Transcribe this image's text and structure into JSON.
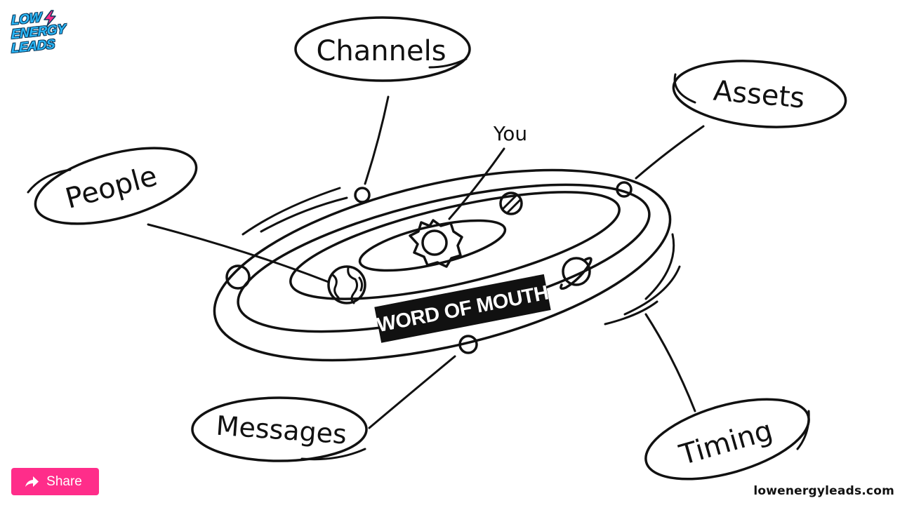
{
  "brand": {
    "logo_lines": [
      "LOW",
      "ENERGY",
      "LEADS"
    ],
    "logo_color": "#29b6f6",
    "logo_outline": "#0d3a5c"
  },
  "diagram": {
    "center_label": "WORD OF MOUTH",
    "center_pointer": "You",
    "nodes": {
      "channels": "Channels",
      "assets": "Assets",
      "people": "People",
      "messages": "Messages",
      "timing": "Timing"
    }
  },
  "share": {
    "label": "Share",
    "icon": "share-arrow-icon",
    "color": "#ff2d8a"
  },
  "footer": {
    "site": "lowenergyleads.com"
  }
}
